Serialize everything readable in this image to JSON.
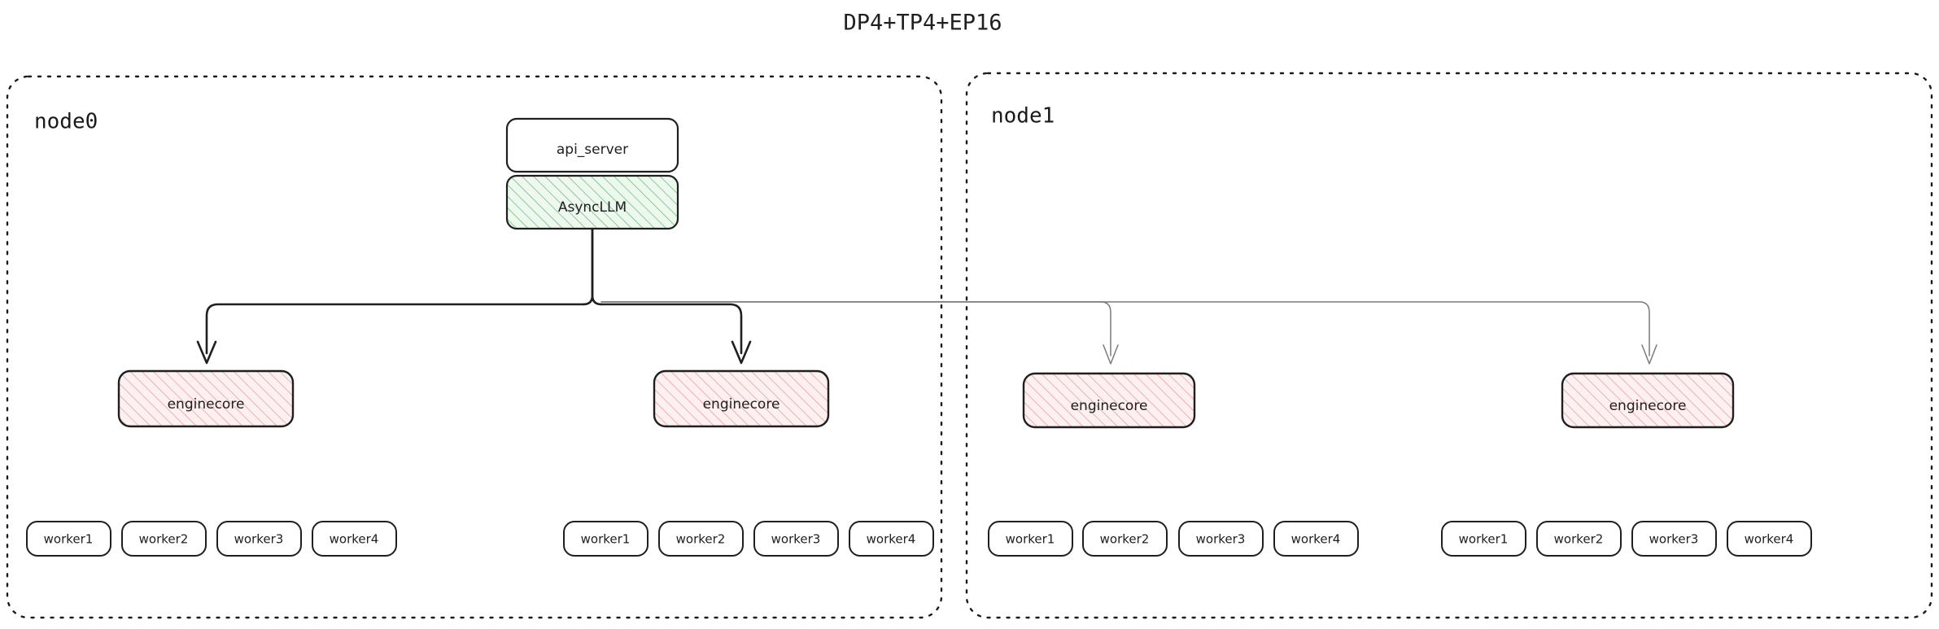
{
  "title": "DP4+TP4+EP16",
  "colors": {
    "background": "#ffffff",
    "stroke_dark": "#1f1f1f",
    "stroke_remote": "#7a7a7a",
    "asyncllm_fill": "#eef8ef",
    "asyncllm_hatch": "#62bf7a",
    "enginecore_fill": "#fdf0f0",
    "enginecore_hatch": "#e99a9a",
    "box_white": "#ffffff",
    "text": "#202020"
  },
  "nodes": [
    {
      "id": "node0",
      "label": "node0",
      "api_server": {
        "label": "api_server"
      },
      "async_llm": {
        "label": "AsyncLLM"
      },
      "engines": [
        {
          "label": "enginecore",
          "workers": [
            {
              "label": "worker1"
            },
            {
              "label": "worker2"
            },
            {
              "label": "worker3"
            },
            {
              "label": "worker4"
            }
          ]
        },
        {
          "label": "enginecore",
          "workers": [
            {
              "label": "worker1"
            },
            {
              "label": "worker2"
            },
            {
              "label": "worker3"
            },
            {
              "label": "worker4"
            }
          ]
        }
      ]
    },
    {
      "id": "node1",
      "label": "node1",
      "engines": [
        {
          "label": "enginecore",
          "workers": [
            {
              "label": "worker1"
            },
            {
              "label": "worker2"
            },
            {
              "label": "worker3"
            },
            {
              "label": "worker4"
            }
          ]
        },
        {
          "label": "enginecore",
          "workers": [
            {
              "label": "worker1"
            },
            {
              "label": "worker2"
            },
            {
              "label": "worker3"
            },
            {
              "label": "worker4"
            }
          ]
        }
      ]
    }
  ]
}
